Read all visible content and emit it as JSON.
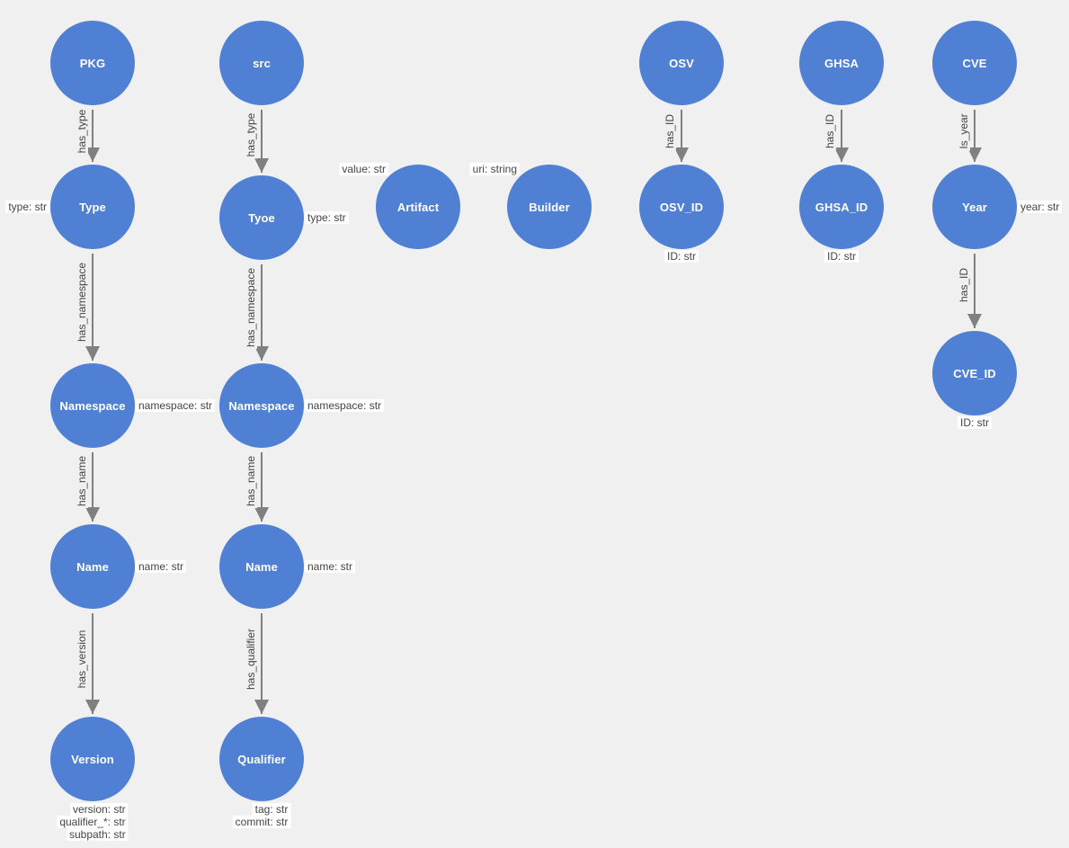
{
  "nodes": {
    "pkg": "PKG",
    "src": "src",
    "osv": "OSV",
    "ghsa": "GHSA",
    "cve": "CVE",
    "pkg_type": "Type",
    "src_type": "Tyoe",
    "artifact": "Artifact",
    "builder": "Builder",
    "osv_id": "OSV_ID",
    "ghsa_id": "GHSA_ID",
    "year": "Year",
    "pkg_namespace": "Namespace",
    "src_namespace": "Namespace",
    "cve_id": "CVE_ID",
    "pkg_name": "Name",
    "src_name": "Name",
    "version": "Version",
    "qualifier": "Qualifier"
  },
  "edges": {
    "pkg_has_type": "has_type",
    "src_has_type": "has_type",
    "osv_has_id": "has_ID",
    "ghsa_has_id": "has_ID",
    "cve_is_year": "Is_year",
    "pkg_has_namespace": "has_namespace",
    "src_has_namespace": "has_namespace",
    "year_has_id": "has_ID",
    "pkg_has_name": "has_name",
    "src_has_name": "has_name",
    "pkg_has_version": "has_version",
    "src_has_qualifier": "has_qualifier"
  },
  "props": {
    "pkg_type": "type: str",
    "src_type": "type: str",
    "artifact": "value: str",
    "builder": "uri: string",
    "osv_id": "ID: str",
    "ghsa_id": "ID: str",
    "year": "year: str",
    "pkg_namespace": "namespace: str",
    "src_namespace": "namespace: str",
    "cve_id": "ID: str",
    "pkg_name": "name: str",
    "src_name": "name: str",
    "version": [
      "version: str",
      "qualifier_*: str",
      "subpath: str"
    ],
    "qualifier": [
      "tag: str",
      "commit: str"
    ]
  },
  "colors": {
    "node_fill": "#5080d4",
    "node_text": "#ffffff",
    "edge": "#808080",
    "background": "#f0f0f0"
  }
}
